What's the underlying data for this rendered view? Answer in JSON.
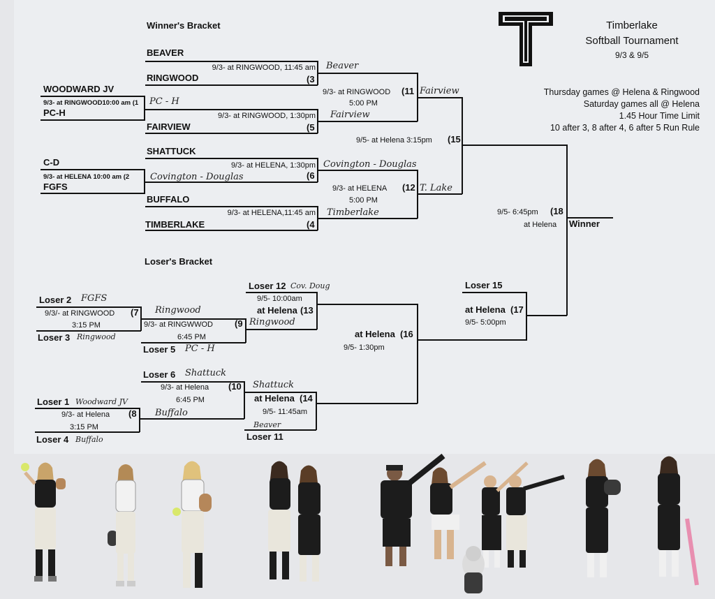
{
  "headers": {
    "winners": "Winner's Bracket",
    "losers": "Loser's Bracket"
  },
  "tournament": {
    "line1": "Timberlake",
    "line2": "Softball Tournament",
    "dates": "9/3 & 9/5",
    "info": [
      "Thursday games @ Helena & Ringwood",
      "Saturday games all @ Helena",
      "1.45 Hour Time Limit",
      "10 after 3, 8 after 4, 6 after 5 Run Rule"
    ]
  },
  "teams": {
    "beaver": "BEAVER",
    "ringwood": "RINGWOOD",
    "woodward": "WOODWARD JV",
    "pch": "PC-H",
    "fairview": "FAIRVIEW",
    "shattuck": "SHATTUCK",
    "cd": "C-D",
    "fgfs": "FGFS",
    "buffalo": "BUFFALO",
    "timberlake": "TIMBERLAKE"
  },
  "games": {
    "g1": "9/3- at RINGWOOD10:00 am (1",
    "g2": "9/3- at HELENA 10:00 am (2",
    "g3": "9/3- at RINGWOOD, 11:45 am",
    "g3n": "(3",
    "g4": "9/3- at HELENA,11:45 am",
    "g4n": "(4",
    "g5": "9/3- at RINGWOOD, 1:30pm",
    "g5n": "(5",
    "g6": "9/3-  at HELENA, 1:30pm",
    "g6n": "(6",
    "g11a": "9/3- at RINGWOOD",
    "g11n": "(11",
    "g11b": "5:00 PM",
    "g12a": "9/3- at HELENA",
    "g12n": "(12",
    "g12b": "5:00 PM",
    "g15": "9/5- at Helena 3:15pm",
    "g15n": "(15",
    "g18a": "9/5- 6:45pm",
    "g18n": "(18",
    "g18b": "at Helena",
    "winner": "Winner"
  },
  "losers": {
    "l2": "Loser 2",
    "l3": "Loser 3",
    "l5": "Loser 5",
    "l6": "Loser 6",
    "l1": "Loser 1",
    "l4": "Loser 4",
    "l12": "Loser 12",
    "l11": "Loser 11",
    "l15": "Loser 15",
    "g7a": "9/3/- at RINGWOOD",
    "g7n": "(7",
    "g7b": "3:15 PM",
    "g9a": "9/3- at RINGWWOD",
    "g9n": "(9",
    "g9b": "6:45 PM",
    "g13a": "9/5- 10:00am",
    "g13b": "at Helena",
    "g13n": "(13",
    "g10a": "9/3- at Helena",
    "g10n": "(10",
    "g10b": "6:45 PM",
    "g8a": "9/3- at Helena",
    "g8n": "(8",
    "g8b": "3:15 PM",
    "g14a": "at Helena",
    "g14n": "(14",
    "g14b": "9/5- 11:45am",
    "g16a": "at Helena",
    "g16n": "(16",
    "g16b": "9/5- 1:30pm",
    "g17a": "at Helena",
    "g17n": "(17",
    "g17b": "9/5- 5:00pm"
  },
  "handwritten": {
    "w3": "Beaver",
    "w1": "PC - H",
    "w5": "Fairview",
    "w11": "Fairview",
    "w2": "Covington - Douglas",
    "w6": "Covington - Douglas",
    "w12": "T. Lake",
    "w4": "Timberlake",
    "l2": "FGFS",
    "l3": "Ringwood",
    "w7": "Ringwood",
    "l5": "PC - H",
    "l12": "Cov. Doug",
    "w9": "Ringwood",
    "l6": "Shattuck",
    "l1": "Woodward JV",
    "l4": "Buffalo",
    "w8": "Buffalo",
    "w10": "Shattuck",
    "l11": "Beaver"
  },
  "colors": {
    "paper": "#eceef1",
    "ink": "#111111",
    "jersey": "#1c1c1c",
    "pants": "#e9e6dc"
  },
  "icons": {
    "logo": "double-t-logo"
  }
}
